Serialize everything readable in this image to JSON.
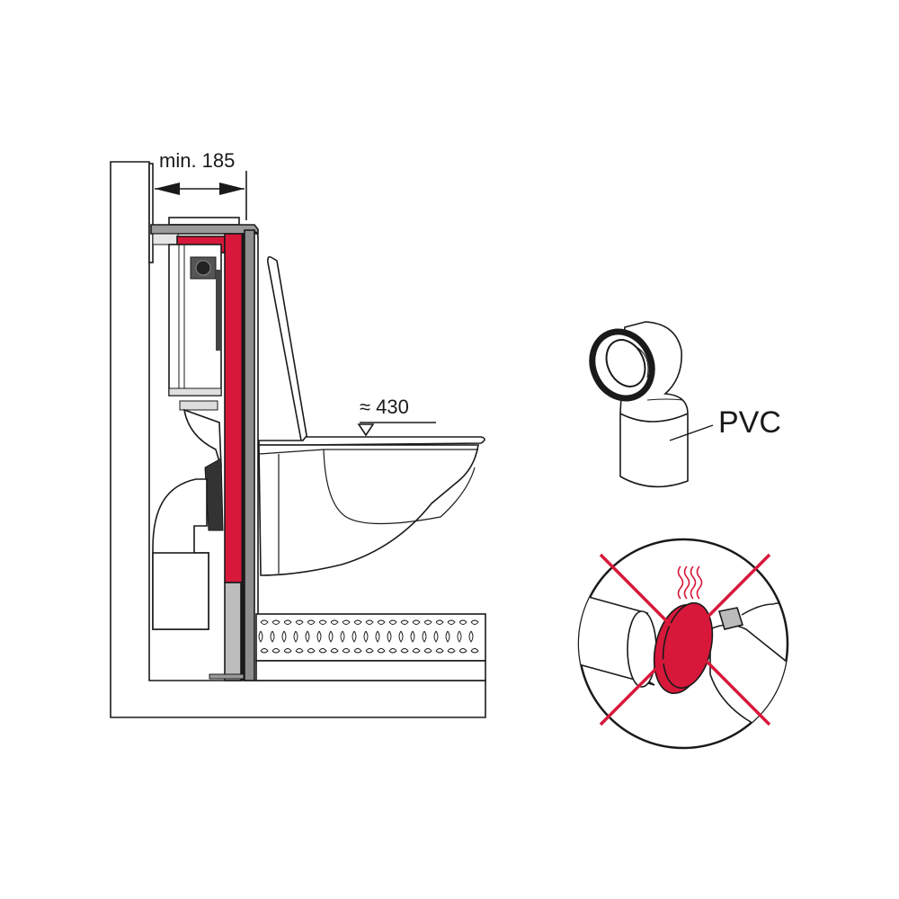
{
  "diagram": {
    "dimension_width_label": "min. 185",
    "seat_height_label": "≈ 430",
    "material_label": "PVC"
  },
  "colors": {
    "accent_red": "#d7183a",
    "line": "#1a1a1a",
    "frame_grey": "#8e8e8e",
    "light_grey": "#bdbdbd"
  }
}
